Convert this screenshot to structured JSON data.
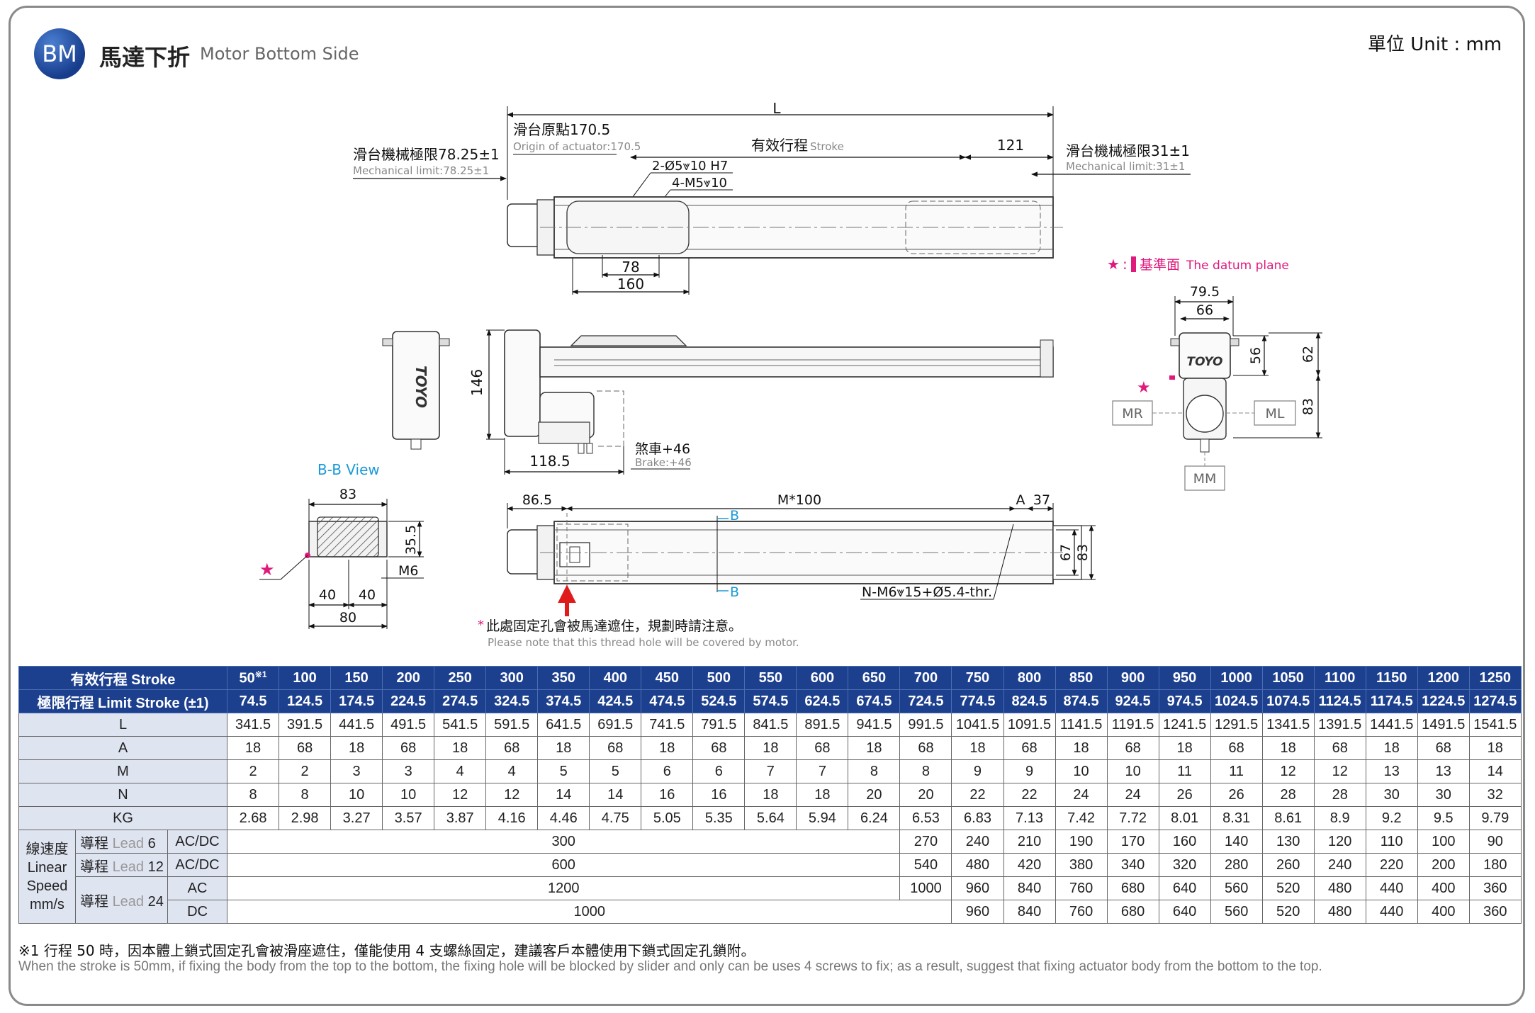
{
  "header": {
    "badge": "BM",
    "title_zh": "馬達下折",
    "title_en": "Motor Bottom Side",
    "unit": "單位 Unit : mm"
  },
  "drawing": {
    "top_view": {
      "L": "L",
      "origin_zh": "滑台原點170.5",
      "origin_en": "Origin of actuator:170.5",
      "stroke_zh": "有效行程",
      "stroke_en": "Stroke",
      "dim_121": "121",
      "mech_left_zh": "滑台機械極限78.25±1",
      "mech_left_en": "Mechanical limit:78.25±1",
      "mech_right_zh": "滑台機械極限31±1",
      "mech_right_en": "Mechanical limit:31±1",
      "hole_1": "2-Ø5⩔10 H7",
      "hole_2": "4-M5⩔10",
      "dim_78": "78",
      "dim_160": "160"
    },
    "datum": {
      "star": "★",
      "colon": ":",
      "zh": "基準面",
      "en": "The datum plane"
    },
    "side_view": {
      "dim_146": "146",
      "dim_118_5": "118.5",
      "brake_zh": "煞車+46",
      "brake_en": "Brake:+46"
    },
    "end_view": {
      "dim_79_5": "79.5",
      "dim_66": "66",
      "dim_56": "56",
      "dim_62": "62",
      "dim_83": "83",
      "MR": "MR",
      "ML": "ML",
      "MM": "MM",
      "logo": "TOYO"
    },
    "bb_view": {
      "title": "B-B View",
      "dim_83": "83",
      "dim_35_5": "35.5",
      "dim_M6": "M6",
      "dim_40a": "40",
      "dim_40b": "40",
      "dim_80": "80"
    },
    "bottom_view": {
      "dim_86_5": "86.5",
      "dim_M100": "M*100",
      "dim_A": "A",
      "dim_37": "37",
      "B_top": "B",
      "B_bottom": "B",
      "dim_67": "67",
      "dim_83": "83",
      "thread": "N-M6⩔15+Ø5.4-thr.",
      "note_zh": "此處固定孔會被馬達遮住，規劃時請注意。",
      "note_star": "*",
      "note_en": "Please note that this thread hole will be covered by motor."
    }
  },
  "table": {
    "stroke_header": "有效行程 Stroke",
    "strokes": [
      "50",
      "100",
      "150",
      "200",
      "250",
      "300",
      "350",
      "400",
      "450",
      "500",
      "550",
      "600",
      "650",
      "700",
      "750",
      "800",
      "850",
      "900",
      "950",
      "1000",
      "1050",
      "1100",
      "1150",
      "1200",
      "1250"
    ],
    "stroke_first_sup": "※1",
    "limit_header": "極限行程 Limit Stroke (±1)",
    "limits": [
      "74.5",
      "124.5",
      "174.5",
      "224.5",
      "274.5",
      "324.5",
      "374.5",
      "424.5",
      "474.5",
      "524.5",
      "574.5",
      "624.5",
      "674.5",
      "724.5",
      "774.5",
      "824.5",
      "874.5",
      "924.5",
      "974.5",
      "1024.5",
      "1074.5",
      "1124.5",
      "1174.5",
      "1224.5",
      "1274.5"
    ],
    "rows": [
      {
        "label": "L",
        "values": [
          "341.5",
          "391.5",
          "441.5",
          "491.5",
          "541.5",
          "591.5",
          "641.5",
          "691.5",
          "741.5",
          "791.5",
          "841.5",
          "891.5",
          "941.5",
          "991.5",
          "1041.5",
          "1091.5",
          "1141.5",
          "1191.5",
          "1241.5",
          "1291.5",
          "1341.5",
          "1391.5",
          "1441.5",
          "1491.5",
          "1541.5"
        ]
      },
      {
        "label": "A",
        "values": [
          "18",
          "68",
          "18",
          "68",
          "18",
          "68",
          "18",
          "68",
          "18",
          "68",
          "18",
          "68",
          "18",
          "68",
          "18",
          "68",
          "18",
          "68",
          "18",
          "68",
          "18",
          "68",
          "18",
          "68",
          "18"
        ]
      },
      {
        "label": "M",
        "values": [
          "2",
          "2",
          "3",
          "3",
          "4",
          "4",
          "5",
          "5",
          "6",
          "6",
          "7",
          "7",
          "8",
          "8",
          "9",
          "9",
          "10",
          "10",
          "11",
          "11",
          "12",
          "12",
          "13",
          "13",
          "14"
        ]
      },
      {
        "label": "N",
        "values": [
          "8",
          "8",
          "10",
          "10",
          "12",
          "12",
          "14",
          "14",
          "16",
          "16",
          "18",
          "18",
          "20",
          "20",
          "22",
          "22",
          "24",
          "24",
          "26",
          "26",
          "28",
          "28",
          "30",
          "30",
          "32"
        ]
      },
      {
        "label": "KG",
        "values": [
          "2.68",
          "2.98",
          "3.27",
          "3.57",
          "3.87",
          "4.16",
          "4.46",
          "4.75",
          "5.05",
          "5.35",
          "5.64",
          "5.94",
          "6.24",
          "6.53",
          "6.83",
          "7.13",
          "7.42",
          "7.72",
          "8.01",
          "8.31",
          "8.61",
          "8.9",
          "9.2",
          "9.5",
          "9.79"
        ]
      }
    ],
    "speed": {
      "label_1": "線速度",
      "label_2": "Linear",
      "label_3": "Speed",
      "label_4": "mm/s",
      "lead_zh": "導程",
      "lead_en": "Lead",
      "lead6": {
        "lead": "6",
        "drive": "AC/DC",
        "span": "300",
        "values": [
          "270",
          "240",
          "210",
          "190",
          "170",
          "160",
          "140",
          "130",
          "120",
          "110",
          "100",
          "90"
        ]
      },
      "lead12": {
        "lead": "12",
        "drive": "AC/DC",
        "span": "600",
        "values": [
          "540",
          "480",
          "420",
          "380",
          "340",
          "320",
          "280",
          "260",
          "240",
          "220",
          "200",
          "180"
        ]
      },
      "lead24_ac": {
        "lead": "24",
        "drive": "AC",
        "span": "1200",
        "values": [
          "1000",
          "960",
          "840",
          "760",
          "680",
          "640",
          "560",
          "520",
          "480",
          "440",
          "400",
          "360"
        ]
      },
      "lead24_dc": {
        "drive": "DC",
        "span": "1000",
        "values": [
          "960",
          "840",
          "760",
          "680",
          "640",
          "560",
          "520",
          "480",
          "440",
          "400",
          "360"
        ]
      }
    }
  },
  "notes": {
    "zh": "※1 行程 50 時，因本體上鎖式固定孔會被滑座遮住，僅能使用 4 支螺絲固定，建議客戶本體使用下鎖式固定孔鎖附。",
    "en": "When the stroke is 50mm, if fixing the body from the top to the bottom, the fixing hole will be blocked by slider and only can be uses 4 screws to fix; as a result, suggest that fixing actuator body from the bottom to the top."
  },
  "colors": {
    "header_blue": "#1c3f8e",
    "label_bg": "#dfe4f1",
    "datum_pink": "#e0197d",
    "b_cyan": "#1a9ad6",
    "arrow_red": "#e01b1b"
  }
}
